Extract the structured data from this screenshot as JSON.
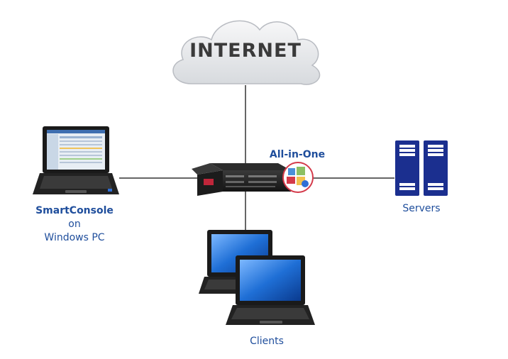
{
  "internet": {
    "label": "INTERNET"
  },
  "gateway": {
    "label": "All-in-One"
  },
  "smartconsole": {
    "line1": "SmartConsole",
    "line2": "on",
    "line3": "Windows PC"
  },
  "servers": {
    "label": "Servers"
  },
  "clients": {
    "label": "Clients"
  },
  "colors": {
    "label_blue": "#1f4e9c",
    "server_blue": "#1b2f8f",
    "line": "#333333",
    "cloud_fill": "#e9ebee",
    "cloud_text": "#3a3a3a"
  }
}
